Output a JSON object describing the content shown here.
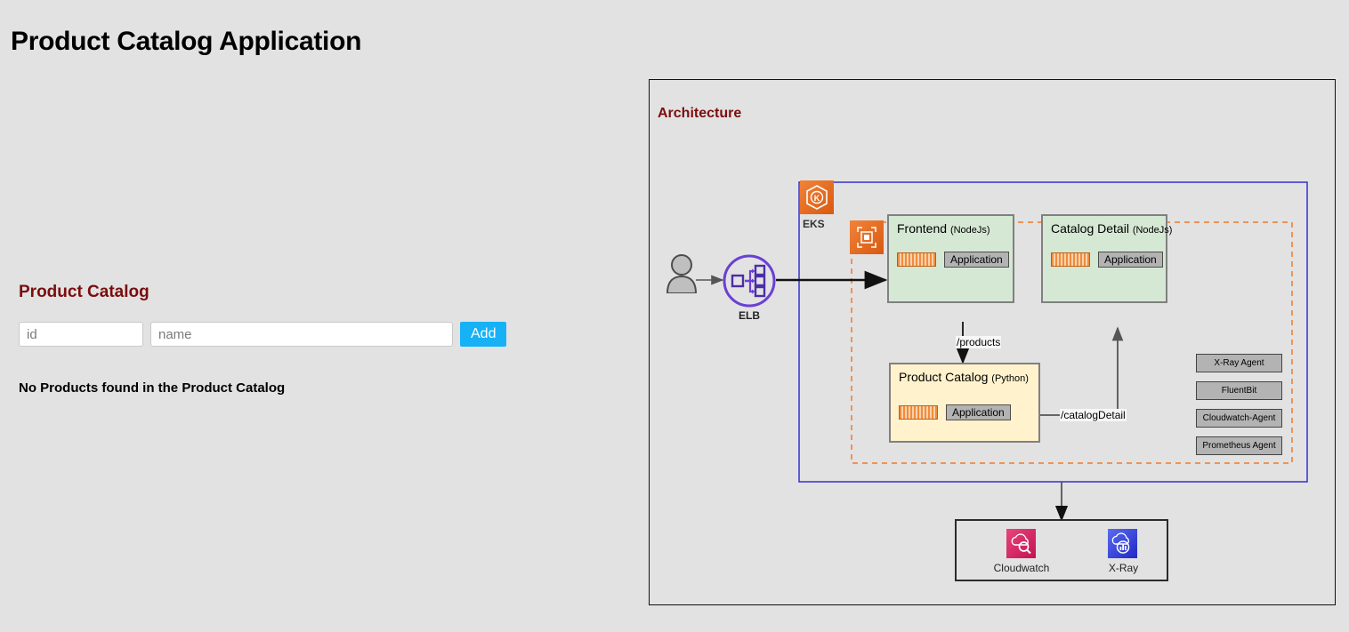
{
  "page": {
    "title": "Product Catalog Application",
    "background_color": "#e2e2e2"
  },
  "catalog": {
    "heading": "Product Catalog",
    "heading_color": "#7b0d0d",
    "id_placeholder": "id",
    "id_value": "",
    "name_placeholder": "name",
    "name_value": "",
    "add_label": "Add",
    "add_color": "#17b1f5",
    "empty_message": "No Products found in the Product Catalog"
  },
  "architecture": {
    "title": "Architecture",
    "title_color": "#7b0d0d",
    "actor": {
      "caption": ""
    },
    "elb": {
      "caption": "ELB",
      "color": "#6b3fd4"
    },
    "eks": {
      "caption": "EKS",
      "color": "#e8701e"
    },
    "cluster_border_color": "#3333cc",
    "namespace_border_color": "#f07b29",
    "services": [
      {
        "name": "Frontend",
        "lang": "(NodeJs)",
        "badge": "Application",
        "fill": "#d5e8d4"
      },
      {
        "name": "Catalog Detail",
        "lang": "(NodeJs)",
        "badge": "Application",
        "fill": "#d5e8d4"
      },
      {
        "name": "Product Catalog",
        "lang": "(Python)",
        "badge": "Application",
        "fill": "#fff2cc"
      }
    ],
    "edges": [
      {
        "label": "/products"
      },
      {
        "label": "/catalogDetail"
      }
    ],
    "agents": [
      "X-Ray Agent",
      "FluentBit",
      "Cloudwatch-Agent",
      "Prometheus Agent"
    ],
    "observability": [
      {
        "name": "Cloudwatch",
        "color": "#d6215f"
      },
      {
        "name": "X-Ray",
        "color": "#3142e0"
      }
    ]
  }
}
